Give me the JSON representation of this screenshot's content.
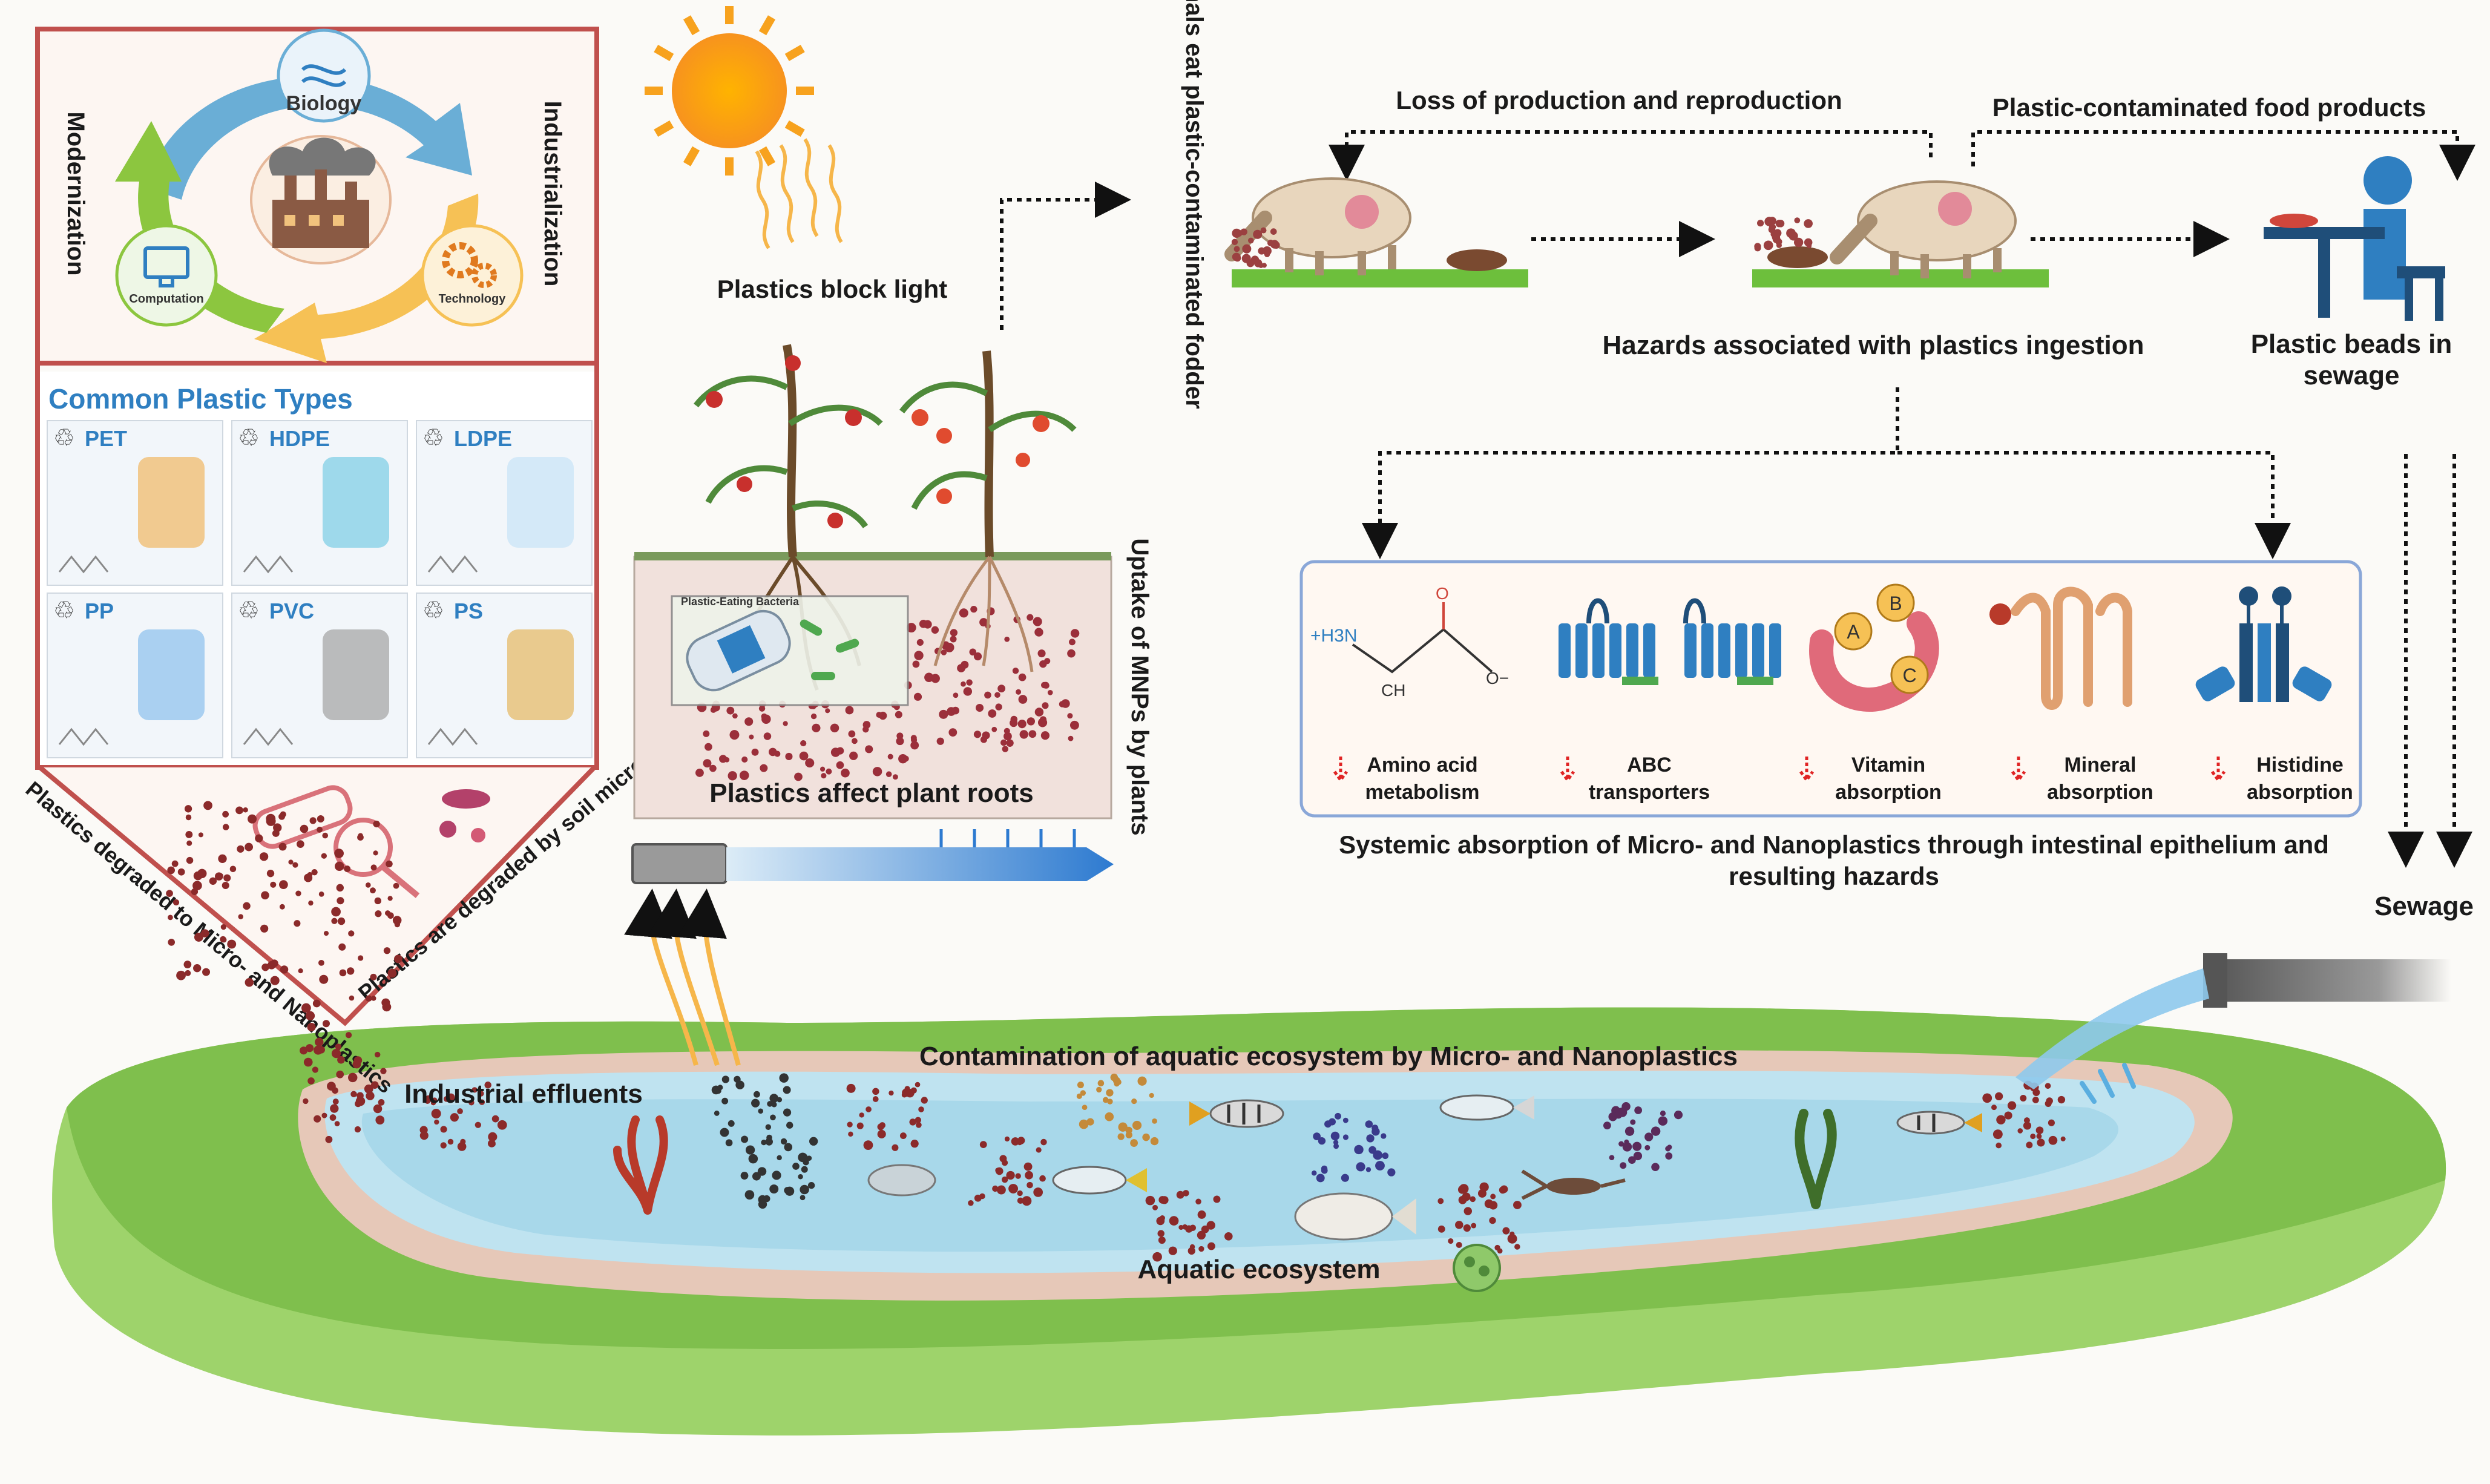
{
  "colors": {
    "accent_blue": "#2f7fc1",
    "frame_red": "#c0504d",
    "ground_green": "#7fbf4d",
    "water": "#bfe3f0",
    "particle": "#8b2a2a",
    "down_arrow": "#e02424"
  },
  "cycle": {
    "left_label": "Modernization",
    "right_label": "Industrialization",
    "nodes": [
      {
        "label": "Biology",
        "icon": "dna-icon"
      },
      {
        "label": "Computation",
        "icon": "computer-icon"
      },
      {
        "label": "Technology",
        "icon": "gears-icon"
      }
    ]
  },
  "plastics": {
    "title": "Common Plastic Types",
    "types": [
      "PET",
      "HDPE",
      "LDPE",
      "PP",
      "PVC",
      "PS"
    ]
  },
  "degradation": {
    "micro_nano": "Plastics degraded to Micro- and Nanoplastics",
    "soil_microbiota": "Plastics are degraded by soil microbiota"
  },
  "plants": {
    "block_light": "Plastics block light",
    "roots": "Plastics affect plant roots",
    "bacteria_label": "Plastic-Eating Bacteria",
    "uptake": "Uptake of MNPs by plants",
    "animals_eat": "Animals eat plastic-contaminated fodder"
  },
  "food_chain": {
    "loss": "Loss of production and reproduction",
    "contaminated_food": "Plastic-contaminated food products",
    "hazards": "Hazards associated with plastics ingestion",
    "beads": "Plastic beads in sewage",
    "sewage": "Sewage"
  },
  "absorption": {
    "molecule_labels": [
      "+H3N",
      "CH",
      "O",
      "O−"
    ],
    "organ_labels": [
      "A",
      "B",
      "C"
    ],
    "items": [
      {
        "label": "Amino acid metabolism",
        "icon": "amino-acid-icon"
      },
      {
        "label": "ABC transporters",
        "icon": "membrane-protein-icon"
      },
      {
        "label": "Vitamin absorption",
        "icon": "stomach-icon"
      },
      {
        "label": "Mineral absorption",
        "icon": "nephron-icon"
      },
      {
        "label": "Histidine absorption",
        "icon": "transporter-icon"
      }
    ],
    "caption": "Systemic absorption of Micro- and Nanoplastics through intestinal epithelium and resulting hazards"
  },
  "aquatic": {
    "contamination": "Contamination of aquatic ecosystem by Micro- and Nanoplastics",
    "effluents": "Industrial effluents",
    "ecosystem": "Aquatic ecosystem"
  }
}
